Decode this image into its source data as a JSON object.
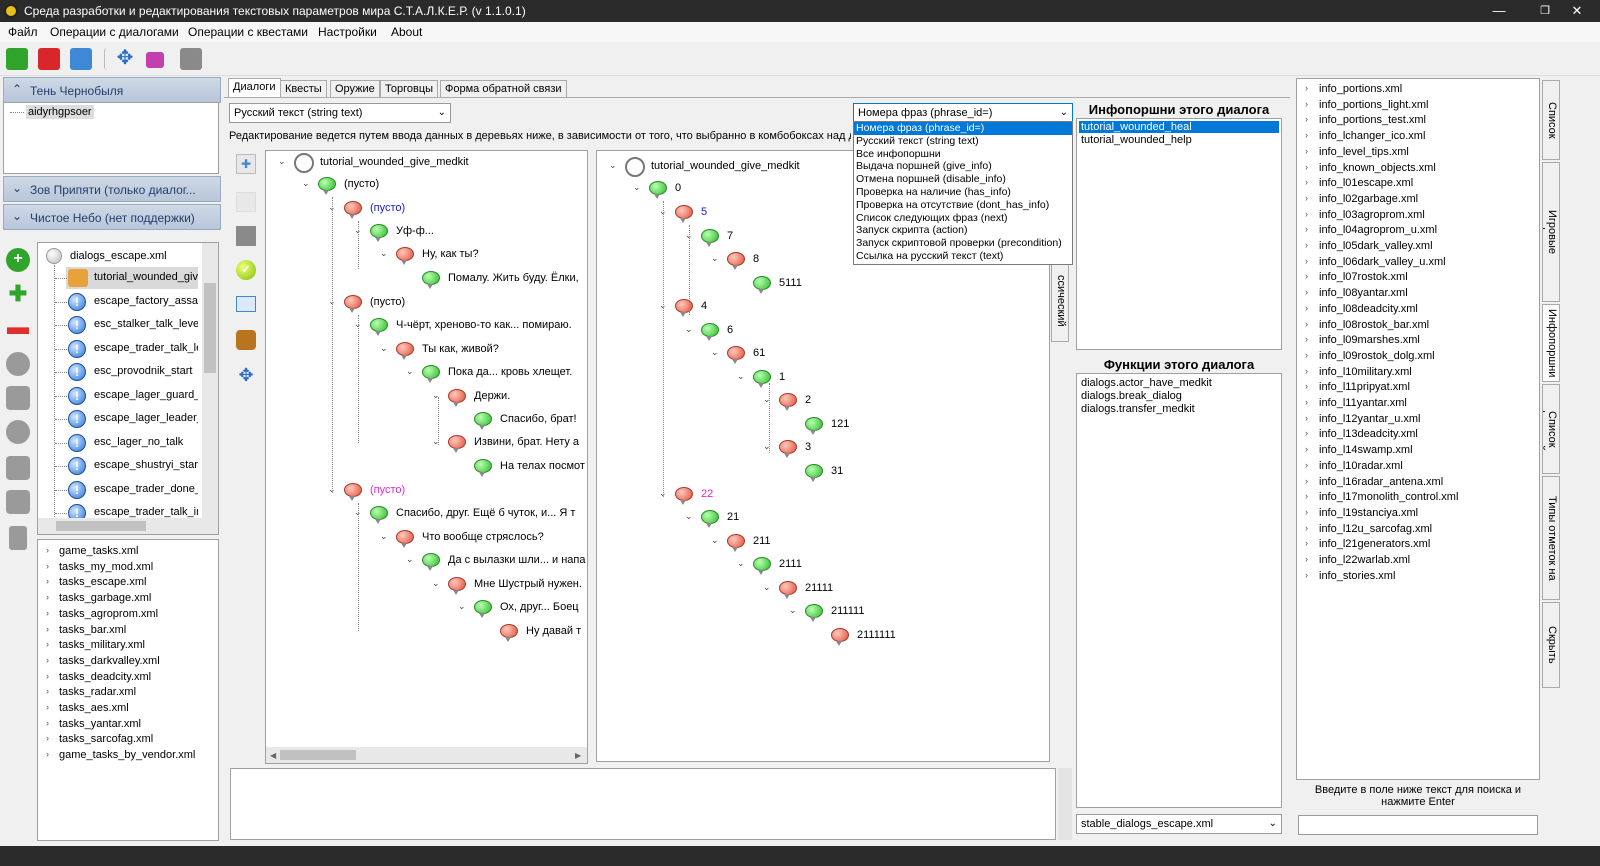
{
  "window": {
    "title": "Среда разработки и редактирования текстовых параметров мира С.Т.А.Л.К.Е.Р. (v 1.1.0.1)",
    "minimize": "—",
    "maximize": "❐",
    "close": "✕"
  },
  "menu": [
    "Файл",
    "Операции с диалогами",
    "Операции с квестами",
    "Настройки",
    "About"
  ],
  "left": {
    "acc1": "Тень Чернобыля",
    "acc1_item": "aidyrhgpsoer",
    "acc2": "Зов Припяти (только диалог...",
    "acc3": "Чистое Небо (нет поддержки)",
    "dialog_file": "dialogs_escape.xml",
    "dialogs": [
      "tutorial_wounded_give",
      "escape_factory_assau",
      "esc_stalker_talk_level",
      "escape_trader_talk_le",
      "esc_provodnik_start",
      "escape_lager_guard_s",
      "escape_lager_leader_",
      "esc_lager_no_talk",
      "escape_shustryi_start",
      "escape_trader_done_",
      "escape_trader_talk_in"
    ],
    "tasks": [
      "game_tasks.xml",
      "tasks_my_mod.xml",
      "tasks_escape.xml",
      "tasks_garbage.xml",
      "tasks_agroprom.xml",
      "tasks_bar.xml",
      "tasks_military.xml",
      "tasks_darkvalley.xml",
      "tasks_deadcity.xml",
      "tasks_radar.xml",
      "tasks_aes.xml",
      "tasks_yantar.xml",
      "tasks_sarcofag.xml",
      "game_tasks_by_vendor.xml"
    ]
  },
  "tabs": [
    "Диалоги",
    "Квесты",
    "Оружие",
    "Торговцы",
    "Форма обратной связи"
  ],
  "combo_left": "Русский текст (string text)",
  "combo_right": "Номера фраз (phrase_id=)",
  "hint": "Редактирование ведется путем ввода данных в деревьях ниже, в зависимости от того, что выбранно в комбобоксах над д",
  "dropdown": [
    "Номера фраз (phrase_id=)",
    "Русский текст (string text)",
    "Все инфопоршни",
    "Выдача поршней (give_info)",
    "Отмена поршней (disable_info)",
    "Проверка на наличие (has_info)",
    "Проверка на отсутствие (dont_has_info)",
    "Список следующих фраз (next)",
    "Запуск скрипта (action)",
    "Запуск скриптовой проверки (precondition)",
    "Ссылка на русский текст (text)"
  ],
  "tree_left": {
    "root": "tutorial_wounded_give_medkit",
    "nodes": [
      "(пусто)",
      "(пусто)",
      "Уф-ф...",
      "Ну, как ты?",
      "Помалу. Жить буду. Ёлки,",
      "(пусто)",
      "Ч-чёрт, хреново-то как... помираю.",
      "Ты как, живой?",
      "Пока да... кровь хлещет.",
      "Держи.",
      "Спасибо, брат!",
      "Извини, брат. Нету а",
      "На телах посмот",
      "(пусто)",
      "Спасибо, друг. Ещё б чуток, и... Я т",
      "Что вообще стряслось?",
      "Да с вылазки шли... и напа",
      "Мне Шустрый нужен.",
      "Ох, друг... Боец",
      "Ну давай т"
    ]
  },
  "tree_right": {
    "root": "tutorial_wounded_give_medkit",
    "nodes": [
      "0",
      "5",
      "7",
      "8",
      "5111",
      "4",
      "6",
      "61",
      "1",
      "2",
      "121",
      "3",
      "31",
      "22",
      "21",
      "211",
      "2111",
      "21111",
      "211111",
      "2111111"
    ]
  },
  "vertical_tab_mid": "ссический вид",
  "infoportions": {
    "title": "Инфопоршни этого диалога",
    "items": [
      "tutorial_wounded_heal",
      "tutorial_wounded_help"
    ]
  },
  "functions": {
    "title": "Функции этого диалога",
    "items": [
      "dialogs.actor_have_medkit",
      "dialogs.break_dialog",
      "dialogs.transfer_medkit"
    ]
  },
  "stable_combo": "stable_dialogs_escape.xml",
  "info_files": [
    "info_portions.xml",
    "info_portions_light.xml",
    "info_portions_test.xml",
    "info_lchanger_ico.xml",
    "info_level_tips.xml",
    "info_known_objects.xml",
    "info_l01escape.xml",
    "info_l02garbage.xml",
    "info_l03agroprom.xml",
    "info_l04agroprom_u.xml",
    "info_l05dark_valley.xml",
    "info_l06dark_valley_u.xml",
    "info_l07rostok.xml",
    "info_l08yantar.xml",
    "info_l08deadcity.xml",
    "info_l08rostok_bar.xml",
    "info_l09marshes.xml",
    "info_l09rostok_dolg.xml",
    "info_l10military.xml",
    "info_l11pripyat.xml",
    "info_l11yantar.xml",
    "info_l12yantar_u.xml",
    "info_l13deadcity.xml",
    "info_l14swamp.xml",
    "info_l10radar.xml",
    "info_l16radar_antena.xml",
    "info_l17monolith_control.xml",
    "info_l19stanciya.xml",
    "info_l12u_sarcofag.xml",
    "info_l21generators.xml",
    "info_l22warlab.xml",
    "info_stories.xml"
  ],
  "search_hint": "Введите в поле ниже текст для поиска и нажмите Enter",
  "vtabs": [
    "Список иконок",
    "Игровые идентификаторы",
    "Инфопоршни",
    "Список функций",
    "Типы отметок на карте",
    "Скрыть панель"
  ]
}
